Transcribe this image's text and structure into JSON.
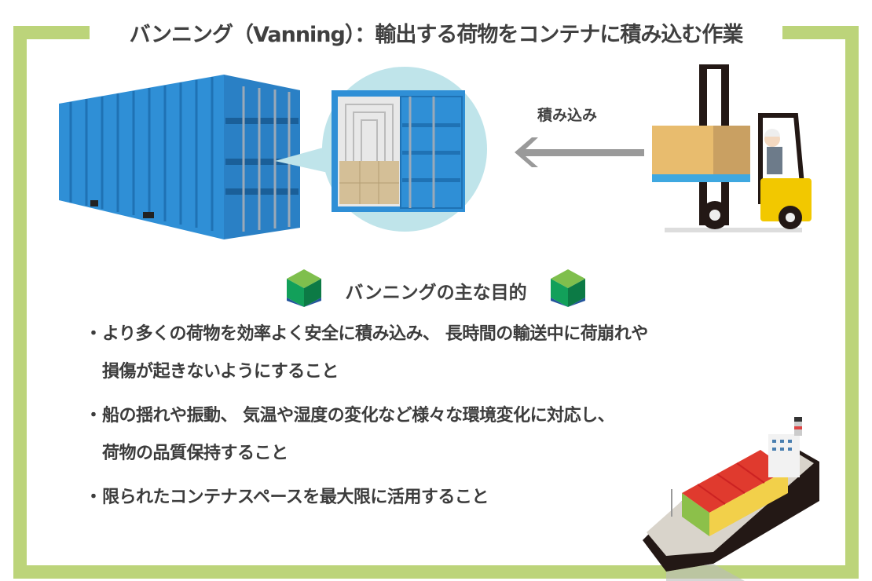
{
  "title": "バンニング（Vanning）：輸出する荷物をコンテナに積み込む作業",
  "arrow_label": "積み込み",
  "subtitle": "バンニングの主な目的",
  "bullets": [
    {
      "lines": [
        "より多くの荷物を効率よく安全に積み込み、 長時間の輸送中に荷崩れや",
        "損傷が起きないようにすること"
      ]
    },
    {
      "lines": [
        "船の揺れや振動、 気温や湿度の変化など様々な環境変化に対応し、",
        "荷物の品質保持すること"
      ]
    },
    {
      "lines": [
        "限られたコンテナスペースを最大限に活用すること"
      ]
    }
  ],
  "bullet_mark": "・",
  "colors": {
    "frame": "#bcd47a",
    "container": "#2f8fd6",
    "text": "#404040",
    "cube_top": "#7fbf4d",
    "cube_side": "#12a05a"
  },
  "icons": [
    "shipping-container",
    "open-container",
    "forklift",
    "left-arrow",
    "cube",
    "container-ship"
  ]
}
